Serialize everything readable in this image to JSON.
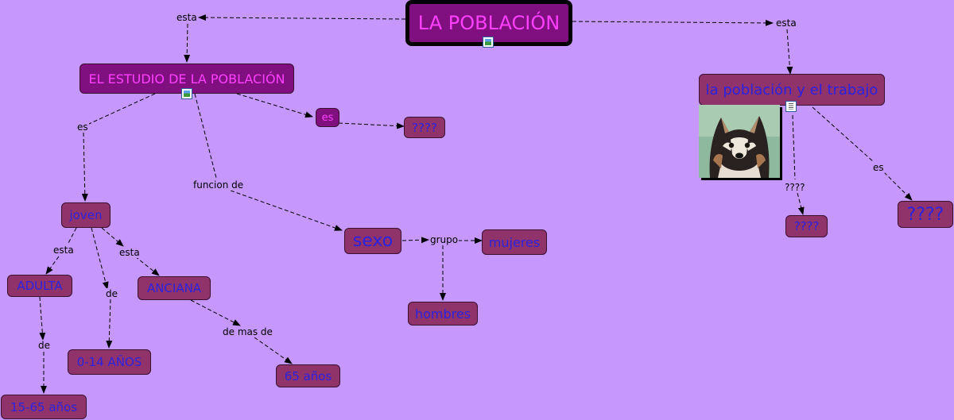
{
  "colors": {
    "background": "#c697fc",
    "node_fill": "#90336a",
    "node_text": "#2c22e0",
    "root_fill": "#800f80",
    "root_text": "#ff40ff"
  },
  "nodes": {
    "root": "LA POBLACIÓN",
    "estudio": "EL ESTUDIO DE LA POBLACIÓN",
    "es_small": "es",
    "unknown_top": "????",
    "trabajo": "la población y el trabajo",
    "joven": "joven",
    "sexo": "sexo",
    "mujeres": "mujeres",
    "hombres": "hombres",
    "adulta": "ADULTA",
    "anciana": "ANCIANA",
    "age_0_14": "0-14 AÑOS",
    "age_65": "65 años",
    "age_15_65": "15-65 años",
    "unknown_mid": "????",
    "unknown_big": "????"
  },
  "links": {
    "esta_left": "esta",
    "esta_right": "esta",
    "es_estudio": "es",
    "funcion_de": "funcion de",
    "esta_adulta": "esta",
    "esta_anciana": "esta",
    "de_joven": "de",
    "de_adulta": "de",
    "de_mas_de": "de mas de",
    "grupo": "grupo",
    "unknown_link": "????",
    "es_trabajo": "es"
  },
  "icons": {
    "root_resource": "image-resource-icon",
    "estudio_resource": "image-resource-icon",
    "trabajo_resource": "document-resource-icon",
    "photo": "husky-dog-photo"
  }
}
